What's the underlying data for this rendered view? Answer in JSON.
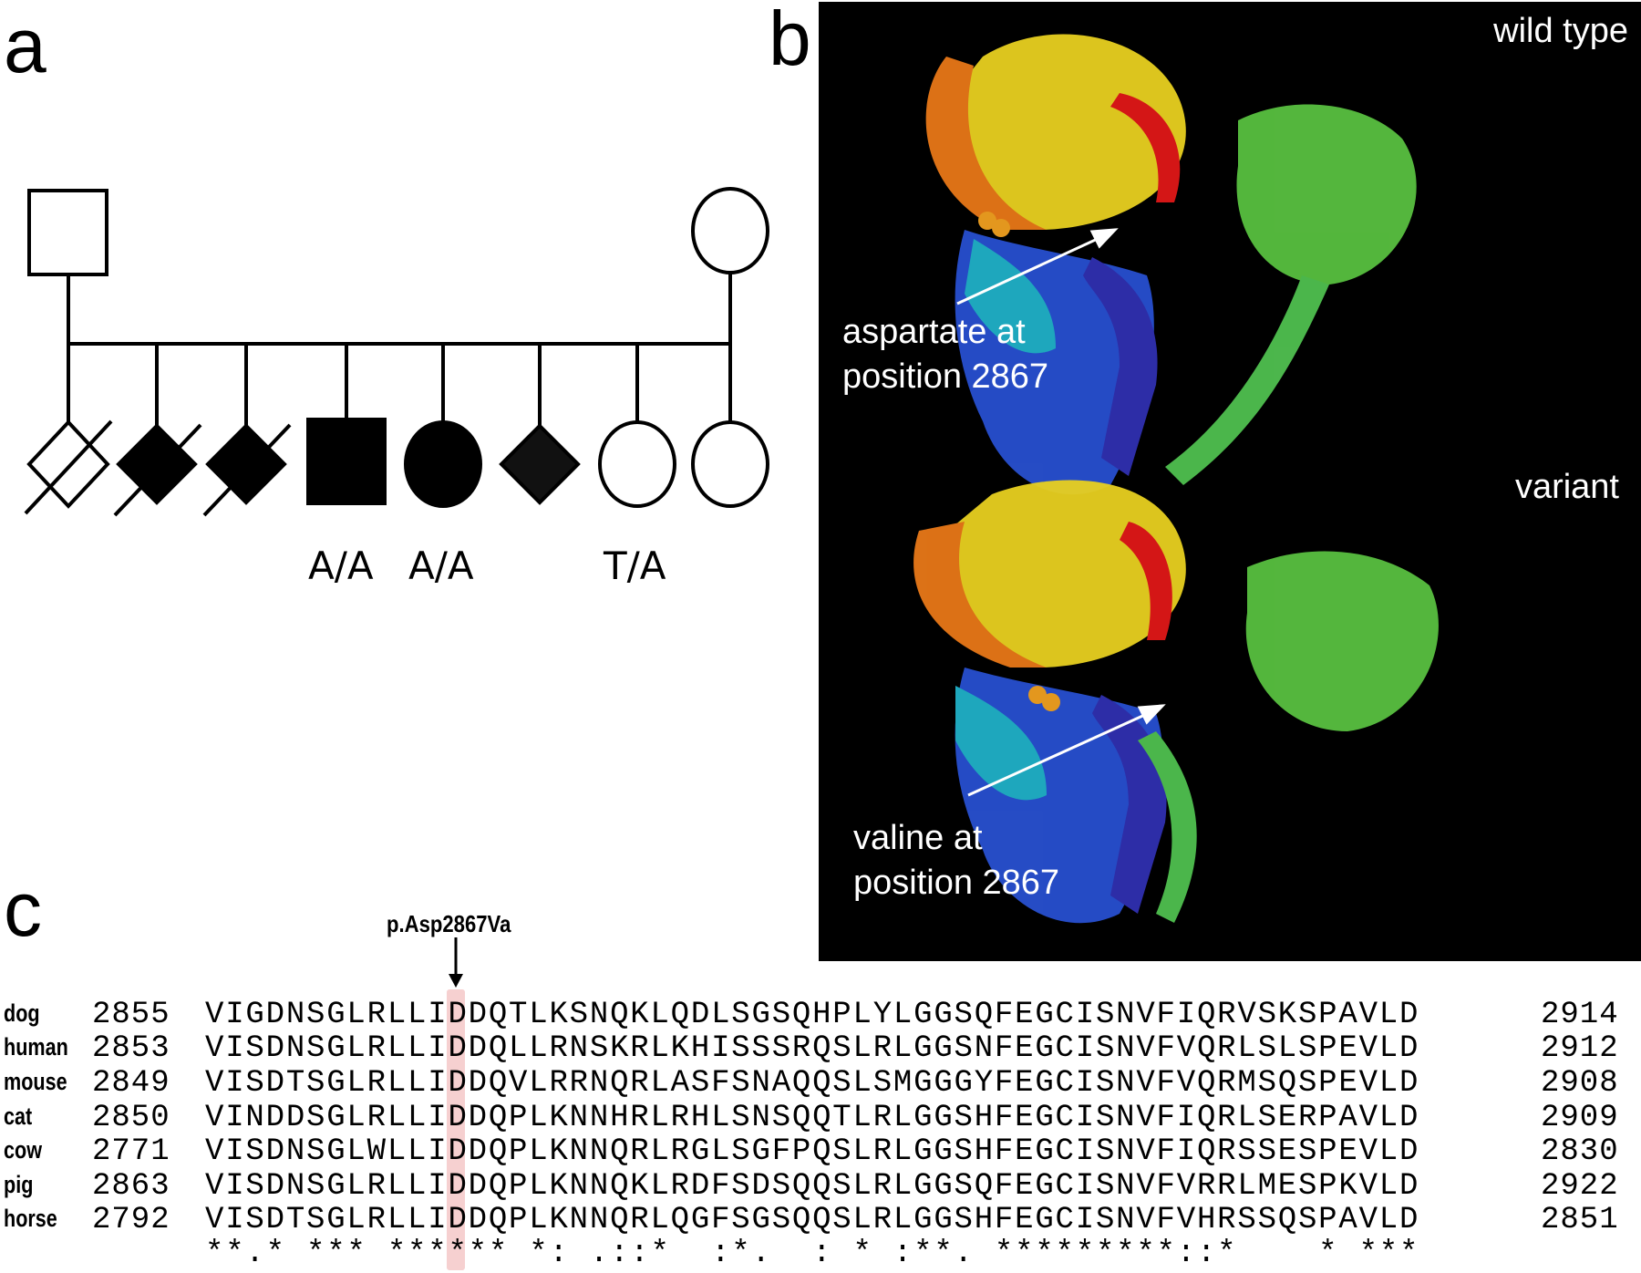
{
  "panels": {
    "a": "a",
    "b": "b",
    "c": "c"
  },
  "pedigree": {
    "genotypes": [
      "A/A",
      "A/A",
      "T/A"
    ]
  },
  "structure": {
    "wild_type_label": "wild type",
    "variant_label": "variant",
    "wt_annotation": [
      "aspartate at",
      "position 2867"
    ],
    "var_annotation": [
      "valine at",
      "position 2867"
    ]
  },
  "alignment": {
    "mutation_label": "p.Asp2867Va",
    "rows": [
      {
        "species": "dog",
        "start": "2855",
        "seq": "VIGDNSGLRLLIDDQTLKSNQKLQDLSGSQHPLYLGGSQFEGCISNVFIQRVSKSPAVLD",
        "end": "2914"
      },
      {
        "species": "human",
        "start": "2853",
        "seq": "VISDNSGLRLLIDDQLLRNSKRLKHISSSRQSLRLGGSNFEGCISNVFVQRLSLSPEVLD",
        "end": "2912"
      },
      {
        "species": "mouse",
        "start": "2849",
        "seq": "VISDTSGLRLLIDDQVLRRNQRLASFSNAQQSLSMGGGYFEGCISNVFVQRMSQSPEVLD",
        "end": "2908"
      },
      {
        "species": "cat",
        "start": "2850",
        "seq": "VINDDSGLRLLIDDQPLKNNHRLRHLSNSQQTLRLGGSHFEGCISNVFIQRLSERPAVLD",
        "end": "2909"
      },
      {
        "species": "cow",
        "start": "2771",
        "seq": "VISDNSGLWLLIDDQPLKNNQRLRGLSGFPQSLRLGGSHFEGCISNVFIQRSSESPEVLD",
        "end": "2830"
      },
      {
        "species": "pig",
        "start": "2863",
        "seq": "VISDNSGLRLLIDDQPLKNNQKLRDFSDSQQSLRLGGSQFEGCISNVFVRRLMESPKVLD",
        "end": "2922"
      },
      {
        "species": "horse",
        "start": "2792",
        "seq": "VISDTSGLRLLIDDQPLKNNQRLQGFSGSQQSLRLGGSHFEGCISNVFVHRSSQSPAVLD",
        "end": "2851"
      }
    ],
    "consensus": "**.* *** ****** *: .::*  :*.  : * :**. *********::*    * ***"
  }
}
